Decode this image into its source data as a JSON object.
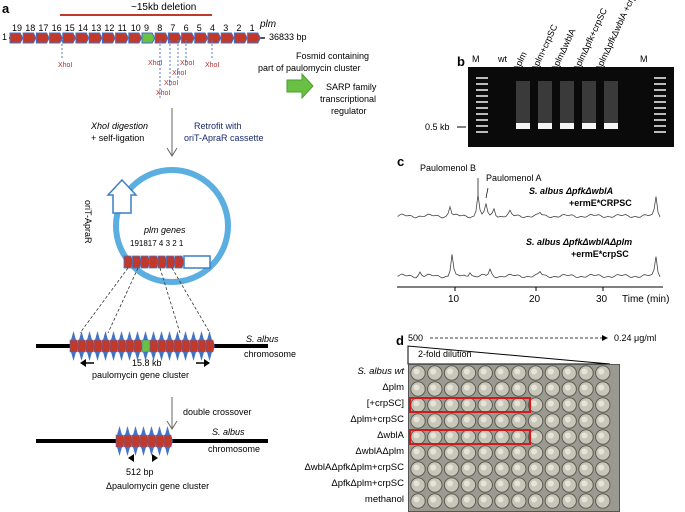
{
  "panels": {
    "a": "a",
    "b": "b",
    "c": "c",
    "d": "d"
  },
  "fosmid": {
    "deletion_label": "~15kb deletion",
    "plm_label": "plm",
    "start": "1",
    "end": "36833 bp",
    "genes": [
      "19",
      "18",
      "17",
      "16",
      "15",
      "14",
      "13",
      "12",
      "11",
      "10",
      "9",
      "8",
      "7",
      "6",
      "5",
      "4",
      "3",
      "2",
      "1"
    ],
    "xhoi_label": "XhoI",
    "title_line1": "Fosmid containing",
    "title_line2": "part of paulomycin cluster",
    "sarp_line1": "SARP family",
    "sarp_line2": "transcriptional",
    "sarp_line3": "regulator"
  },
  "steps": {
    "xhoi_line1": "XhoI digestion",
    "xhoi_line2": "+ self-ligation",
    "retrofit_line1": "Retrofit with",
    "retrofit_line2": "oriT-ApraR cassette",
    "plasmid_cassette": "oriT-ApraR",
    "plm_genes": "plm genes",
    "plasmid_genes": "191817 4 3 2 1",
    "species1": "S. albus",
    "chromosome1": "chromosome",
    "cluster_size": "15.8 kb",
    "cluster_name": "paulomycin gene cluster",
    "crossover": "double crossover",
    "species2": "S. albus",
    "chromosome2": "chromosome",
    "deleted_size": "512 bp",
    "deleted_name": "Δpaulomycin gene cluster"
  },
  "gel": {
    "lanes": [
      "M",
      "wt",
      "Δplm",
      "Δplm+crpSC",
      "ΔplmΔwblA",
      "ΔplmΔpfk+crpSC",
      "ΔplmΔpfkΔwblA +crpSC",
      "M"
    ],
    "size_marker": "0.5 kb"
  },
  "hplc": {
    "peak_b": "Paulomenol B",
    "peak_a": "Paulomenol A",
    "trace1_line1": "S. albus ΔpfkΔwblA",
    "trace1_line2": "+ermE*CRPSC",
    "trace2_line1": "S. albus ΔpfkΔwblAΔplm",
    "trace2_line2": "+ermE*crpSC",
    "ticks": [
      "10",
      "20",
      "30"
    ],
    "axis_label": "Time (min)"
  },
  "plate": {
    "conc_high": "500",
    "conc_low": "0.24 μg/ml",
    "dilution": "2-fold dilution",
    "rows": [
      "S. albus wt",
      "Δplm",
      "[+crpSC]",
      "Δplm+crpSC",
      "ΔwblA",
      "ΔwblAΔplm",
      "ΔwblAΔpfkΔplm+crpSC",
      "ΔpfkΔplm+crpSC",
      "methanol"
    ]
  },
  "colors": {
    "gene_fill": "#c0392b",
    "gene_blue": "#4472c4",
    "sarp_green": "#6abf45",
    "plasmid_blue": "#5aaee0",
    "highlight_red": "#d11a1a"
  }
}
